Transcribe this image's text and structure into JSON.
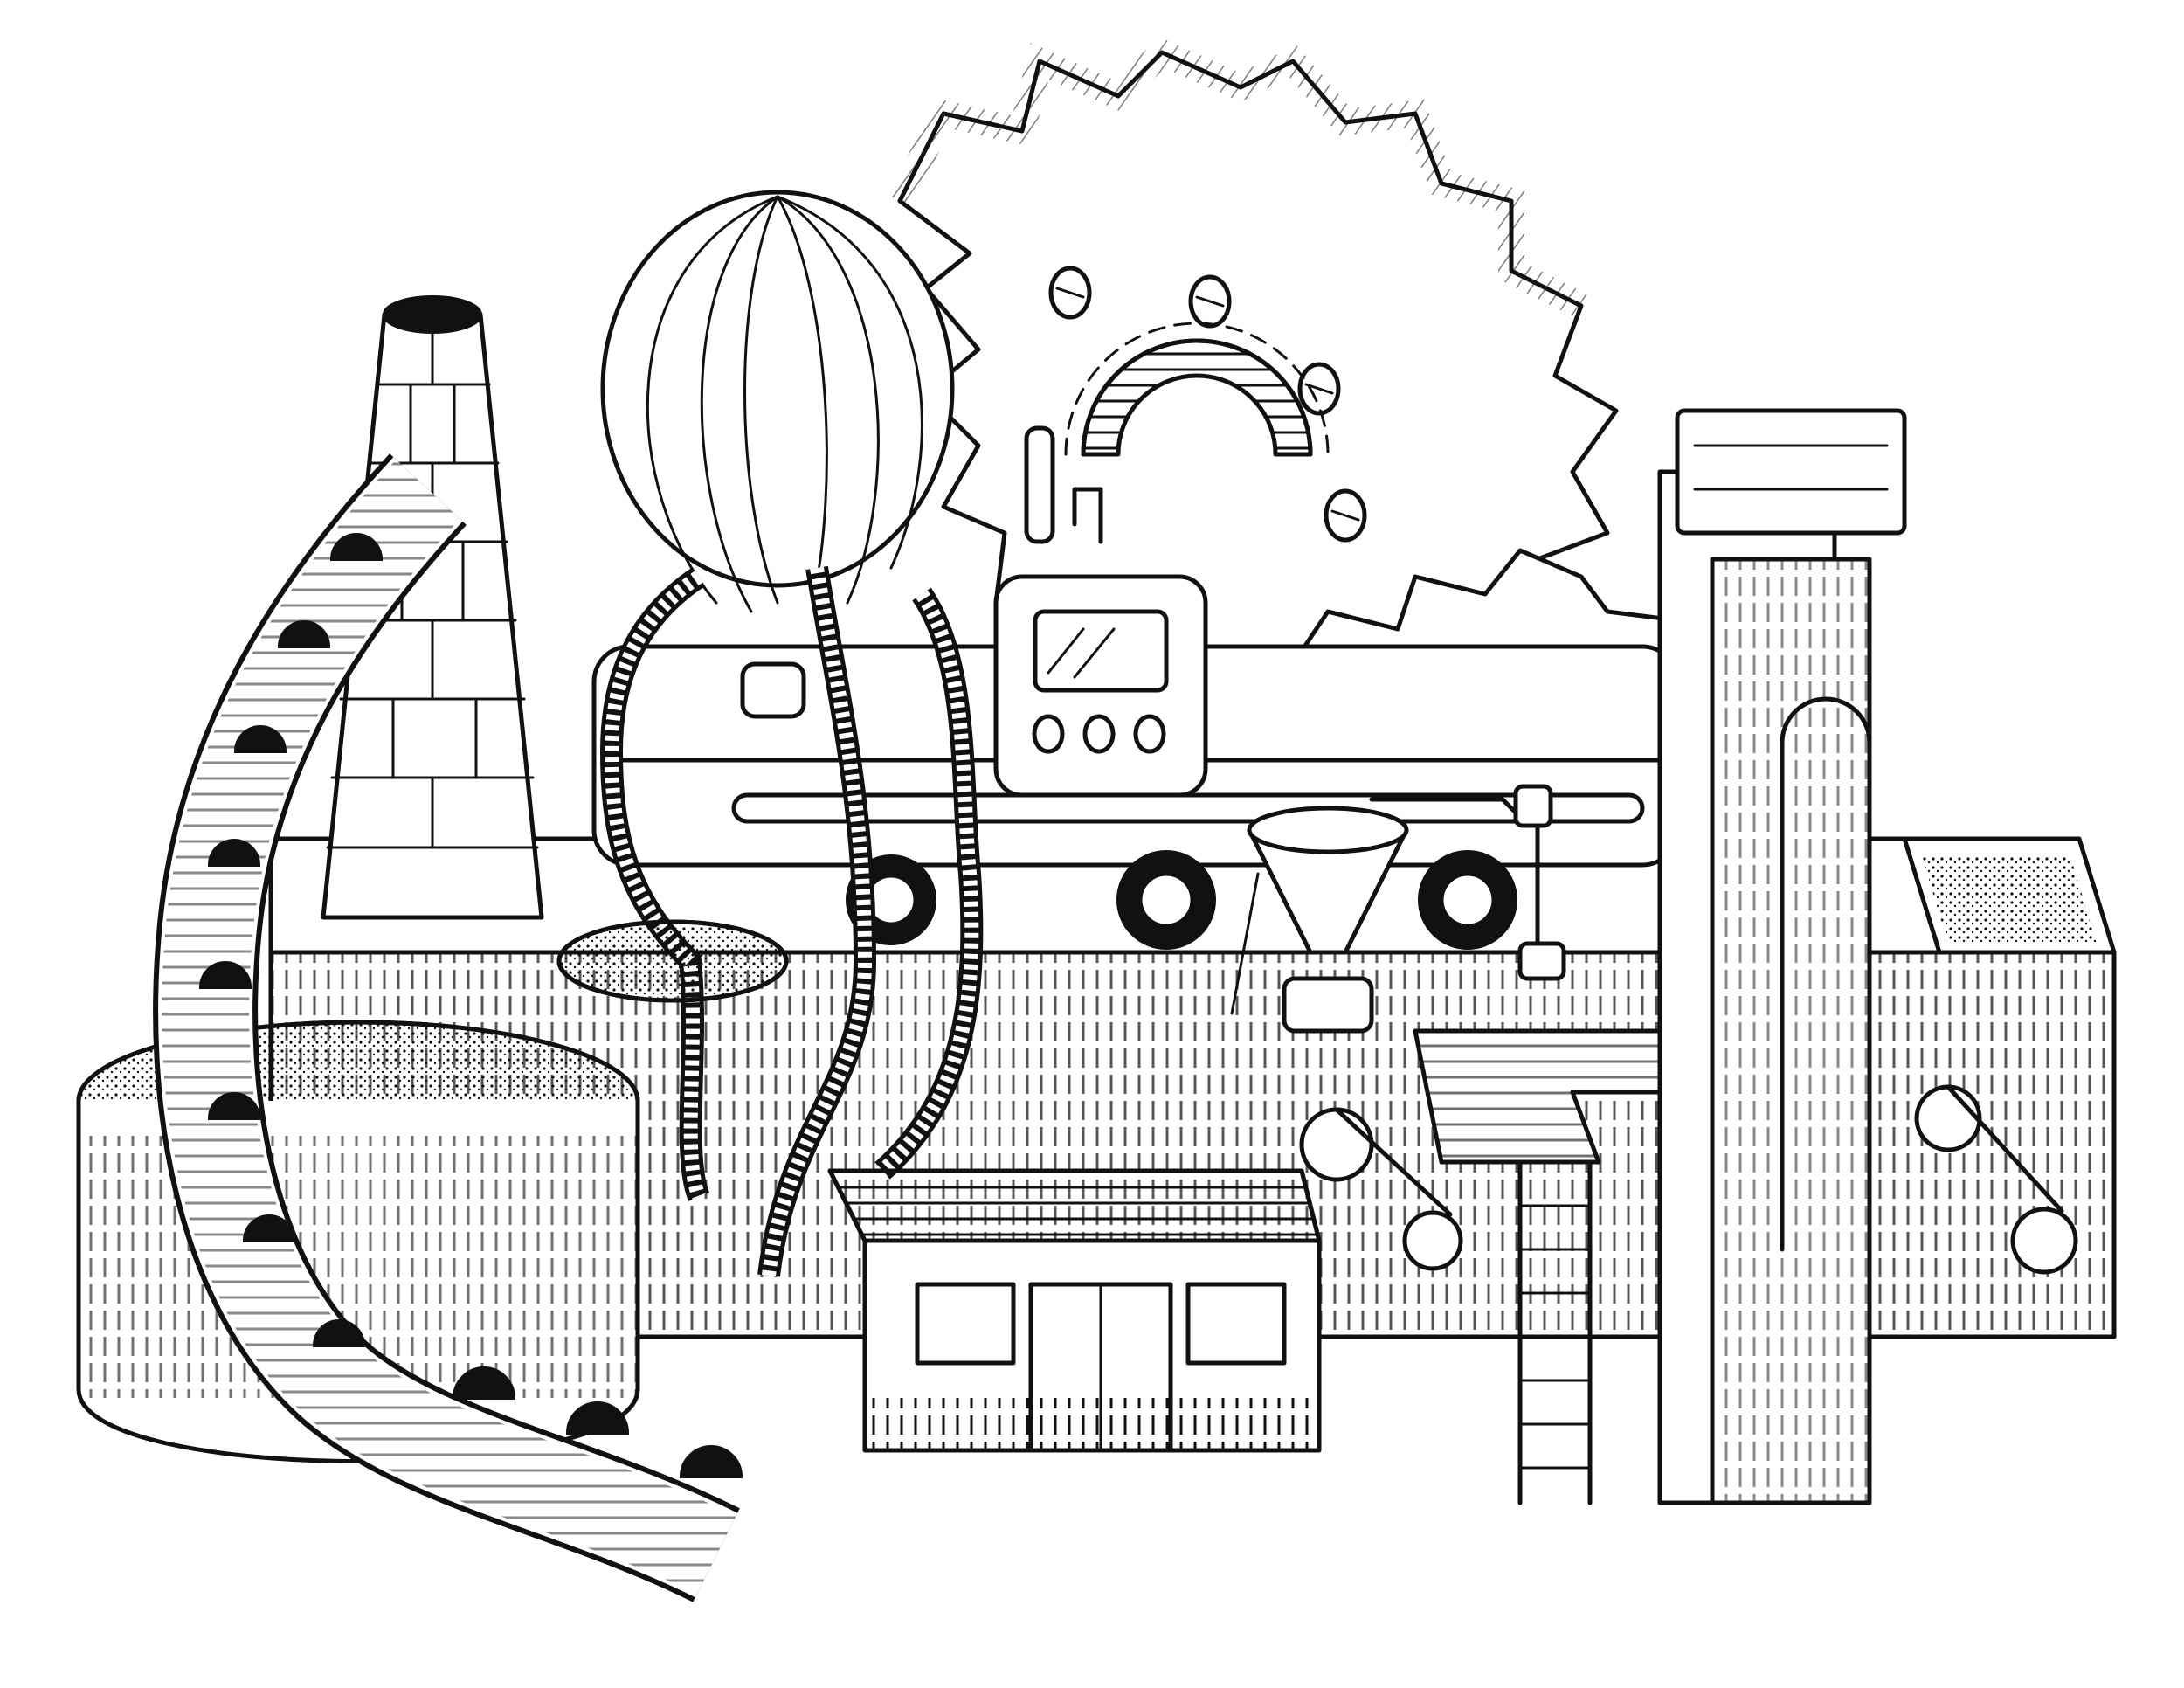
{
  "artwork": {
    "style": "black ink line drawing on white paper",
    "colors": {
      "ink": "#111111",
      "paper": "#ffffff"
    },
    "subjects": [
      "gear-icon",
      "balloon",
      "brick-chimney",
      "conveyor-belt",
      "funnel",
      "ladder",
      "small-building",
      "pipes",
      "control-panel"
    ]
  }
}
